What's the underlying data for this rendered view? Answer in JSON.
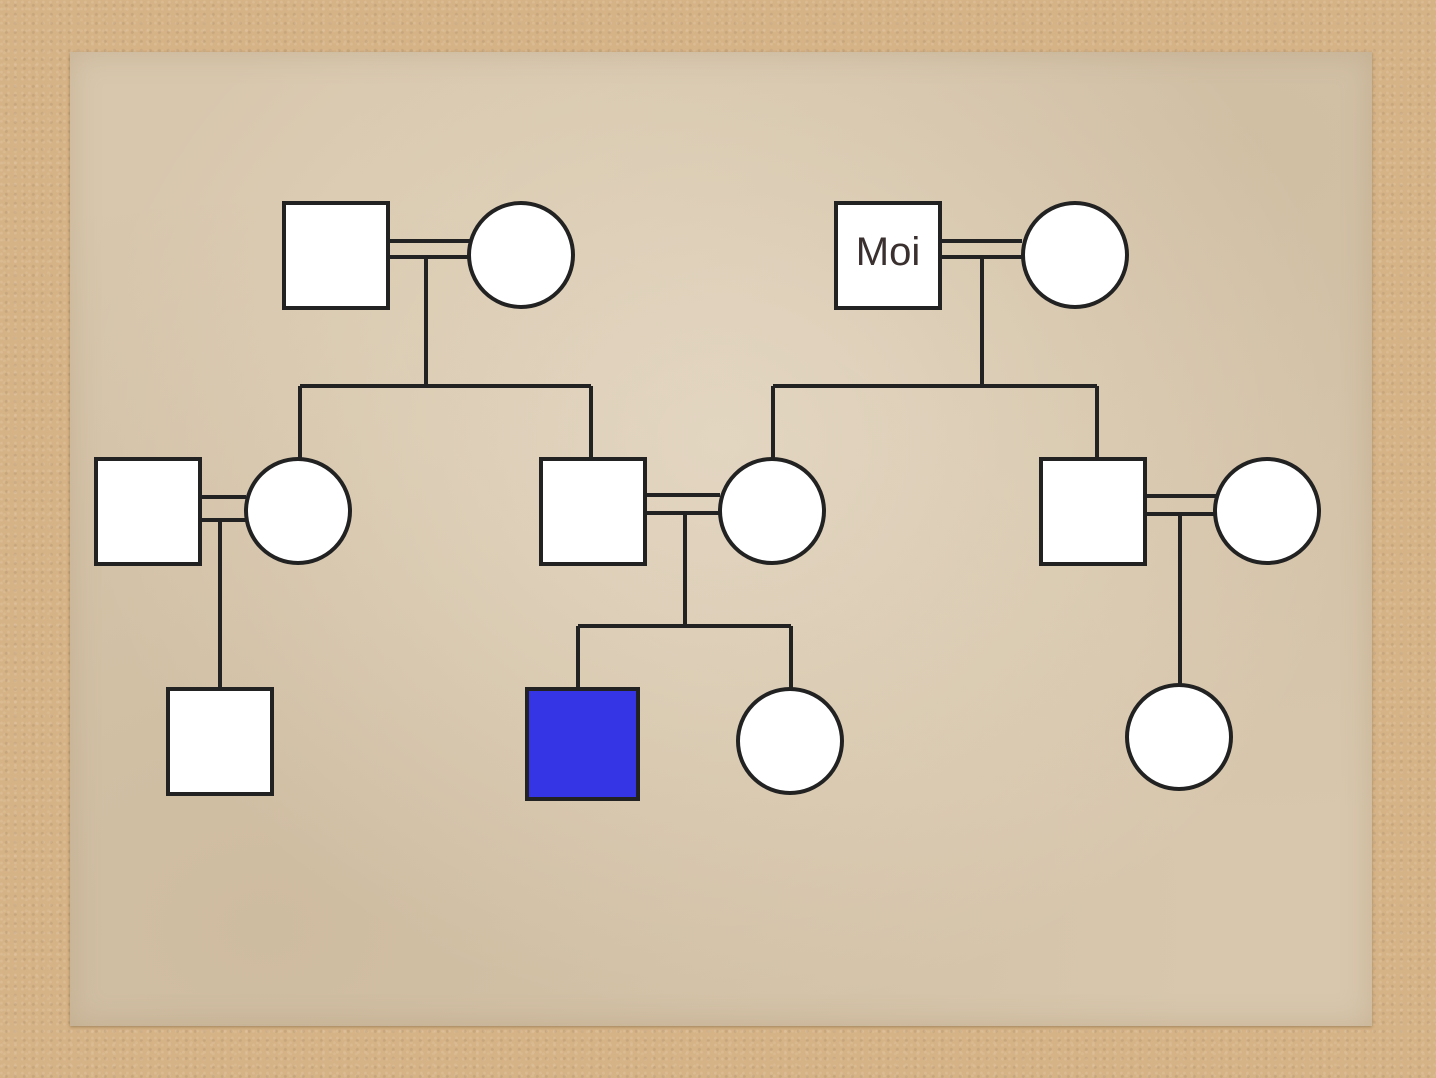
{
  "diagram": {
    "type": "pedigree-chart",
    "colors": {
      "frame": "#d6b386",
      "paper": "#d8c7ad",
      "node_fill": "#ffffff",
      "affected_fill": "#3535e6",
      "stroke": "#222222"
    },
    "nodes": [
      {
        "id": "g1-male",
        "shape": "square",
        "sex": "male",
        "generation": 1,
        "label": ""
      },
      {
        "id": "g1-female",
        "shape": "circle",
        "sex": "female",
        "generation": 1,
        "label": ""
      },
      {
        "id": "moi",
        "shape": "square",
        "sex": "male",
        "generation": 1,
        "label": "Moi"
      },
      {
        "id": "moi-spouse",
        "shape": "circle",
        "sex": "female",
        "generation": 1,
        "label": ""
      },
      {
        "id": "g2-inlaw-male-left",
        "shape": "square",
        "sex": "male",
        "generation": 2,
        "label": ""
      },
      {
        "id": "g2-daughter-left",
        "shape": "circle",
        "sex": "female",
        "generation": 2,
        "label": ""
      },
      {
        "id": "g2-son-center",
        "shape": "square",
        "sex": "male",
        "generation": 2,
        "label": ""
      },
      {
        "id": "g2-daughter-center",
        "shape": "circle",
        "sex": "female",
        "generation": 2,
        "label": ""
      },
      {
        "id": "g2-son-right",
        "shape": "square",
        "sex": "male",
        "generation": 2,
        "label": ""
      },
      {
        "id": "g2-inlaw-female-right",
        "shape": "circle",
        "sex": "female",
        "generation": 2,
        "label": ""
      },
      {
        "id": "g3-son-left",
        "shape": "square",
        "sex": "male",
        "generation": 3,
        "label": ""
      },
      {
        "id": "g3-son-affected",
        "shape": "square",
        "sex": "male",
        "generation": 3,
        "label": "",
        "affected": true
      },
      {
        "id": "g3-daughter-center",
        "shape": "circle",
        "sex": "female",
        "generation": 3,
        "label": ""
      },
      {
        "id": "g3-daughter-right",
        "shape": "circle",
        "sex": "female",
        "generation": 3,
        "label": ""
      }
    ],
    "couples": [
      {
        "partners": [
          "g1-male",
          "g1-female"
        ],
        "consanguineous": true,
        "children": [
          "g2-daughter-left",
          "g2-son-center"
        ]
      },
      {
        "partners": [
          "moi",
          "moi-spouse"
        ],
        "consanguineous": true,
        "children": [
          "g2-daughter-center",
          "g2-son-right"
        ]
      },
      {
        "partners": [
          "g2-inlaw-male-left",
          "g2-daughter-left"
        ],
        "consanguineous": true,
        "children": [
          "g3-son-left"
        ]
      },
      {
        "partners": [
          "g2-son-center",
          "g2-daughter-center"
        ],
        "consanguineous": true,
        "children": [
          "g3-son-affected",
          "g3-daughter-center"
        ]
      },
      {
        "partners": [
          "g2-son-right",
          "g2-inlaw-female-right"
        ],
        "consanguineous": true,
        "children": [
          "g3-daughter-right"
        ]
      }
    ]
  }
}
